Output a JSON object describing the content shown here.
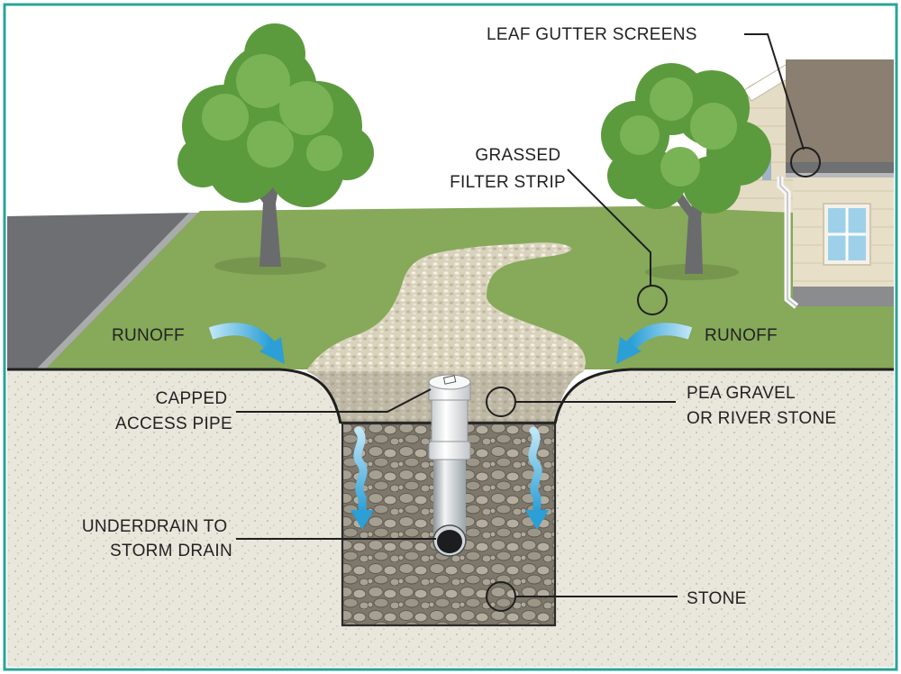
{
  "labels": {
    "leaf_gutter_screens": "LEAF GUTTER SCREENS",
    "grassed_filter_strip": [
      "GRASSED",
      "FILTER STRIP"
    ],
    "runoff_left": "RUNOFF",
    "runoff_right": "RUNOFF",
    "capped_access_pipe": [
      "CAPPED",
      "ACCESS PIPE"
    ],
    "pea_gravel": [
      "PEA GRAVEL",
      "OR RIVER STONE"
    ],
    "underdrain": [
      "UNDERDRAIN TO",
      "STORM DRAIN"
    ],
    "stone": "STONE"
  },
  "colors": {
    "frame": "#2aa598",
    "sky": "#ffffff",
    "soil": "#e9e6dc",
    "grass": "#86a95a",
    "road": "#6d6f72",
    "gravel": "#ddd8c4",
    "stone_fill": "#8f8a7e",
    "pipe": "#dfe3e6",
    "arrow": "#3aa9dc",
    "house_siding": "#e4dcc4",
    "roof": "#8a7f70"
  }
}
